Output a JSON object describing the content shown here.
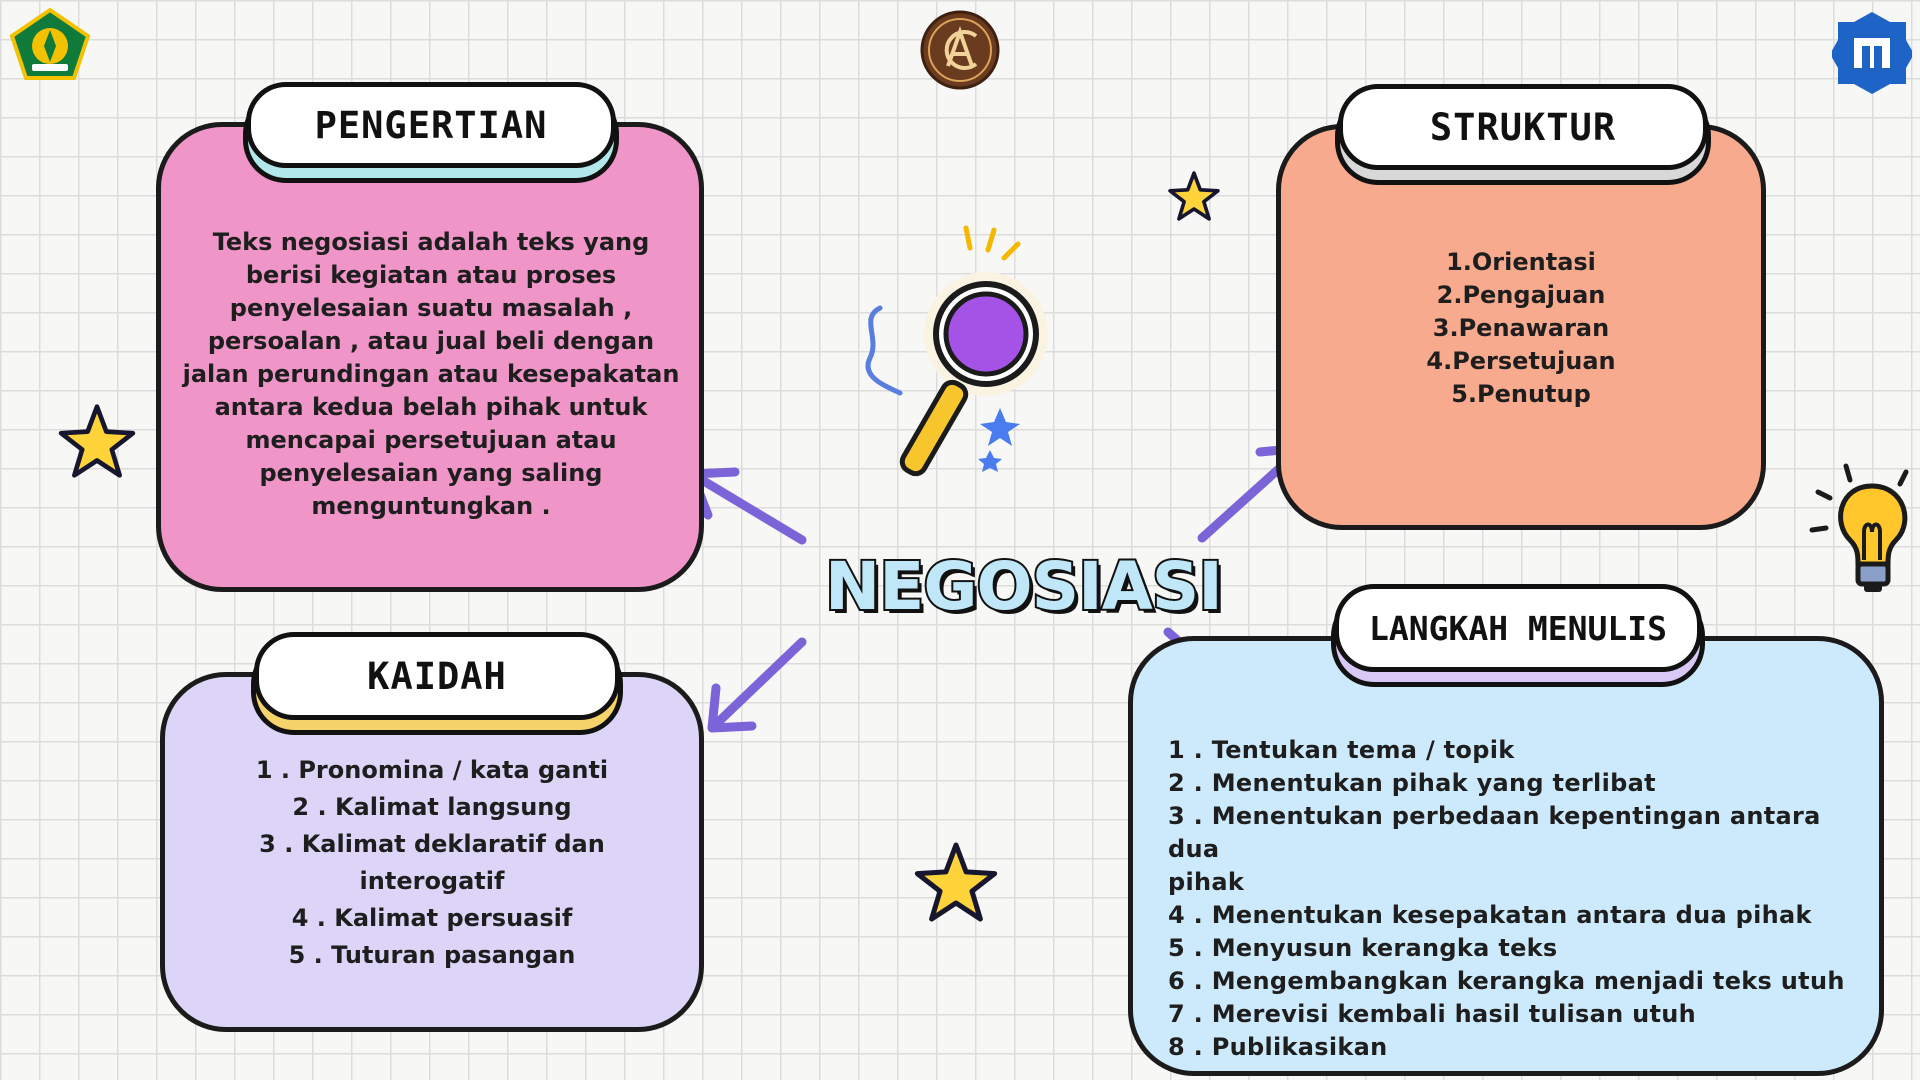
{
  "center": {
    "title": "NEGOSIASI"
  },
  "pengertian": {
    "title": "PENGERTIAN",
    "lines": [
      "Teks negosiasi adalah teks yang",
      "berisi kegiatan atau proses",
      "penyelesaian suatu masalah ,",
      "persoalan , atau jual beli dengan",
      "jalan perundingan atau kesepakatan",
      "antara kedua belah pihak untuk",
      "mencapai persetujuan atau",
      "penyelesaian yang saling",
      "menguntungkan ."
    ]
  },
  "struktur": {
    "title": "STRUKTUR",
    "items": [
      "1.Orientasi",
      "2.Pengajuan",
      "3.Penawaran",
      "4.Persetujuan",
      "5.Penutup"
    ]
  },
  "kaidah": {
    "title": "KAIDAH",
    "lines": [
      "1 . Pronomina / kata ganti",
      "2 . Kalimat langsung",
      "3 . Kalimat deklaratif dan",
      "interogatif",
      "4 . Kalimat persuasif",
      "5 . Tuturan pasangan"
    ]
  },
  "langkah": {
    "title": "LANGKAH MENULIS",
    "lines": [
      "1 . Tentukan tema / topik",
      "2 . Menentukan pihak yang terlibat",
      "3 . Menentukan perbedaan kepentingan antara dua",
      "pihak",
      "4 . Menentukan kesepakatan antara dua pihak",
      "5 . Menyusun kerangka teks",
      "6 . Mengembangkan kerangka menjadi teks utuh",
      "7 . Merevisi kembali hasil tulisan utuh",
      "8 . Publikasikan"
    ]
  },
  "logos": {
    "left": "ministry-emblem",
    "center": "CA-monogram",
    "right": "insan-cendekia-logo"
  },
  "colors": {
    "pengertian": "#ef95c7",
    "struktur": "#f8aa8e",
    "kaidah": "#ddd5f8",
    "langkah": "#cdeafc",
    "arrow": "#7b64d8",
    "star": "#ffd43b"
  }
}
